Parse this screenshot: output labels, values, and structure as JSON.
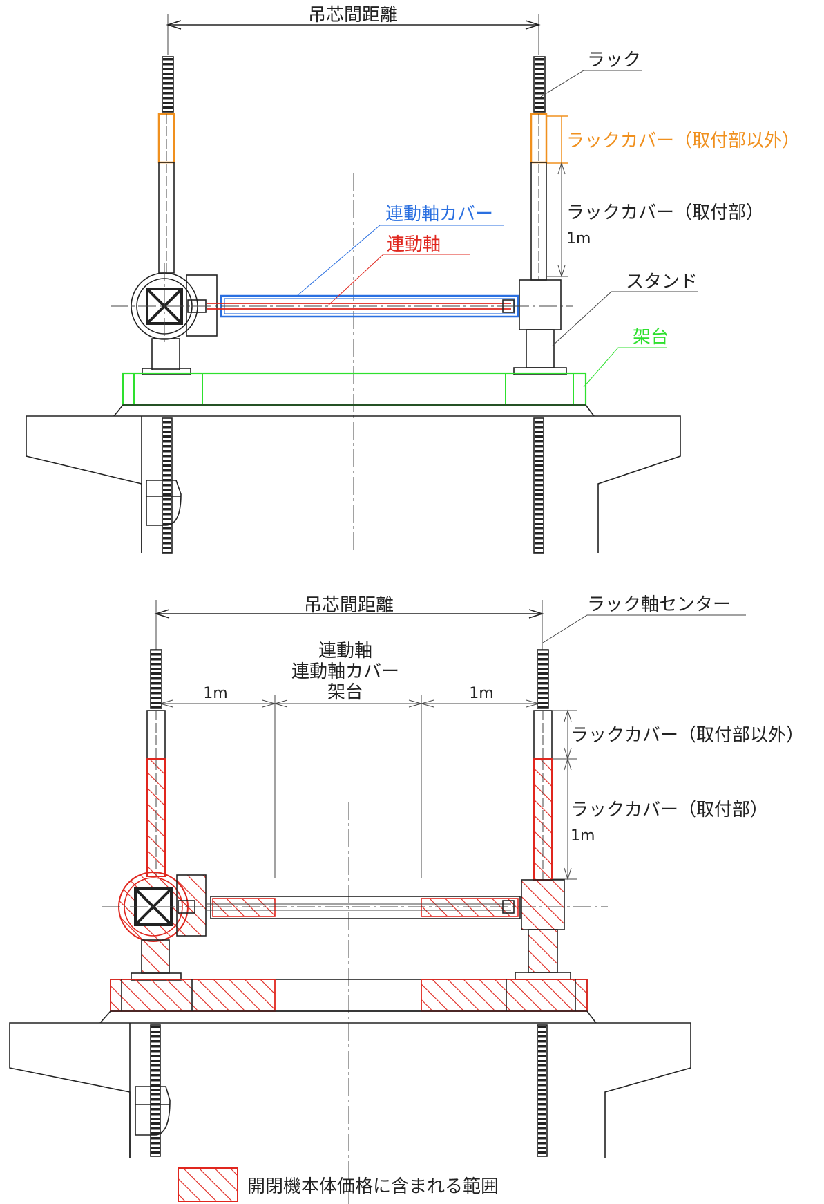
{
  "top": {
    "dim_label": "吊芯間距離",
    "rack": "ラック",
    "rack_cover_other": "ラックカバー（取付部以外）",
    "rack_cover_mount": "ラックカバー（取付部）",
    "mount_len": "1m",
    "shaft_cover": "連動軸カバー",
    "shaft": "連動軸",
    "stand": "スタンド",
    "frame": "架台"
  },
  "bottom": {
    "dim_label": "吊芯間距離",
    "rack_center": "ラック軸センター",
    "center_lines": [
      "連動軸",
      "連動軸カバー",
      "架台"
    ],
    "left_len": "1m",
    "right_len": "1m",
    "rack_cover_other": "ラックカバー（取付部以外）",
    "rack_cover_mount": "ラックカバー（取付部）",
    "mount_len": "1m"
  },
  "legend": {
    "label": "開閉機本体価格に含まれる範囲"
  },
  "colors": {
    "line": "#222222",
    "orange": "#f0901e",
    "blue": "#2a6fe0",
    "red": "#e0261e",
    "green": "#2ee02e",
    "hatch": "#e0261e"
  }
}
